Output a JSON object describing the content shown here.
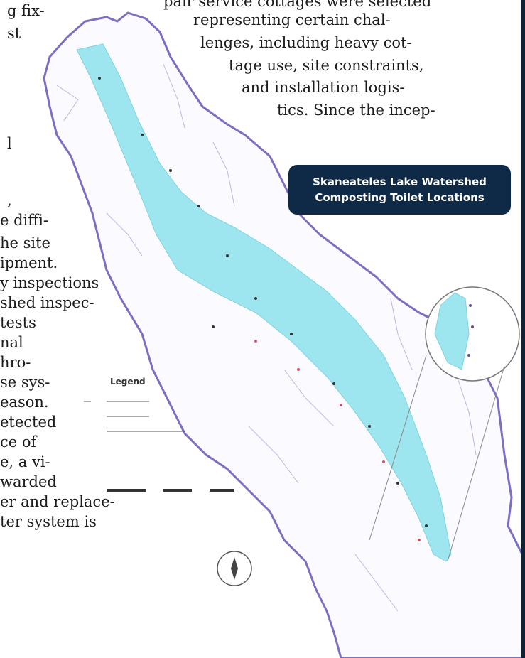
{
  "top_text": {
    "lines": [
      "pair service cottages were selected",
      "representing certain chal-",
      "lenges, including heavy cot-",
      "tage use, site constraints,",
      "and installation logis-",
      "tics. Since the incep-"
    ]
  },
  "left_text": {
    "lines": [
      "g fix-",
      "st",
      "l",
      ",",
      "e diffi-",
      "he site",
      "ipment.",
      "y inspections",
      "shed inspec-",
      "tests",
      "nal",
      "hro-",
      "se sys-",
      "eason.",
      "etected",
      "ce of",
      "e, a vi-",
      "warded",
      "er and replace-",
      "ter system is"
    ]
  },
  "callout": {
    "line1": "Skaneateles Lake Watershed",
    "line2": "Composting Toilet Locations"
  },
  "legend": {
    "title": "Legend"
  },
  "colors": {
    "lake": "#9ee6ef",
    "boundary": "#7a6fc2",
    "callout_bg": "#0f2a47",
    "bar": "#0f2236"
  }
}
